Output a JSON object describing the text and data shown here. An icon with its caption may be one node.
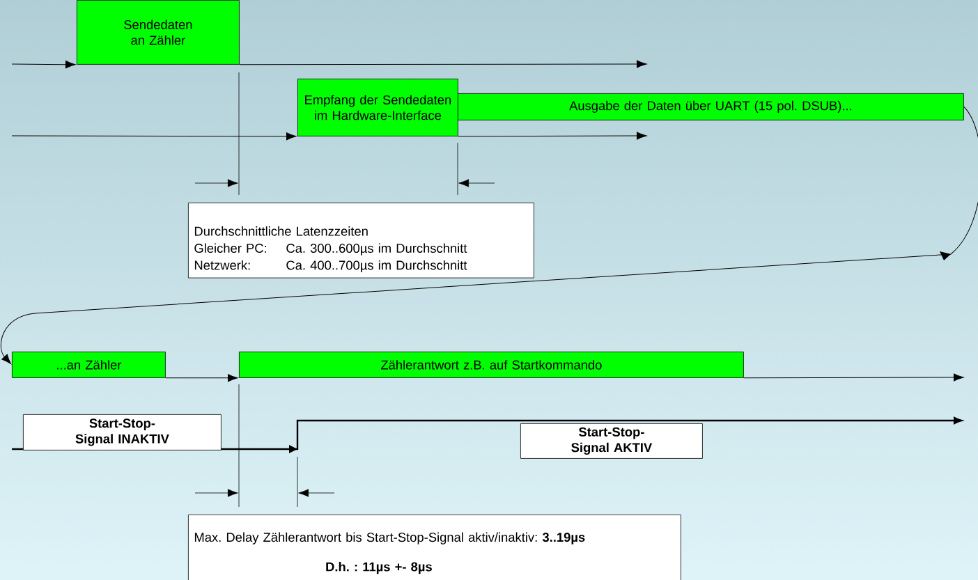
{
  "diagram": {
    "nodes": [
      {
        "text": [
          "Sendedaten an Zähler"
        ]
      },
      {
        "text": [
          "Empfang der Sendedaten im Hardware-Interface"
        ]
      },
      {
        "text": [
          "Ausgabe der Daten über UART (15 pol. DSUB)..."
        ]
      },
      {
        "text": [
          "Durchschnittliche Latenzzeiten",
          "Gleicher PC:",
          "Ca. 300..600µs im Durchschnitt",
          "Netzwerk:",
          "Ca. 400..700µs im Durchschnitt"
        ]
      },
      {
        "text": [
          "...an Zähler"
        ]
      },
      {
        "text": [
          "Zählerantwort z.B. auf Startkommando"
        ]
      },
      {
        "text": [
          "Start-Stop-Signal INAKTIV"
        ]
      },
      {
        "text": [
          "Start-Stop-Signal AKTIV"
        ]
      },
      {
        "text": [
          "Max. Delay Zählerantwort bis Start-Stop-Signal aktiv/inaktiv: **3..19µs**",
          "D.h. : 11µs  +-  8µs"
        ]
      }
    ],
    "edges": [
      {
        "from": null,
        "to": 0,
        "arrow": "to"
      },
      {
        "from": 0,
        "to": null,
        "arrow": "to"
      },
      {
        "from": null,
        "to": 1,
        "arrow": "to"
      },
      {
        "from": 1,
        "to": null,
        "arrow": "to"
      },
      {
        "from": 2,
        "to": 4,
        "arrow": "to"
      },
      {
        "from": 4,
        "to": 5,
        "arrow": "to"
      },
      {
        "from": 5,
        "to": null,
        "arrow": "to"
      }
    ]
  }
}
